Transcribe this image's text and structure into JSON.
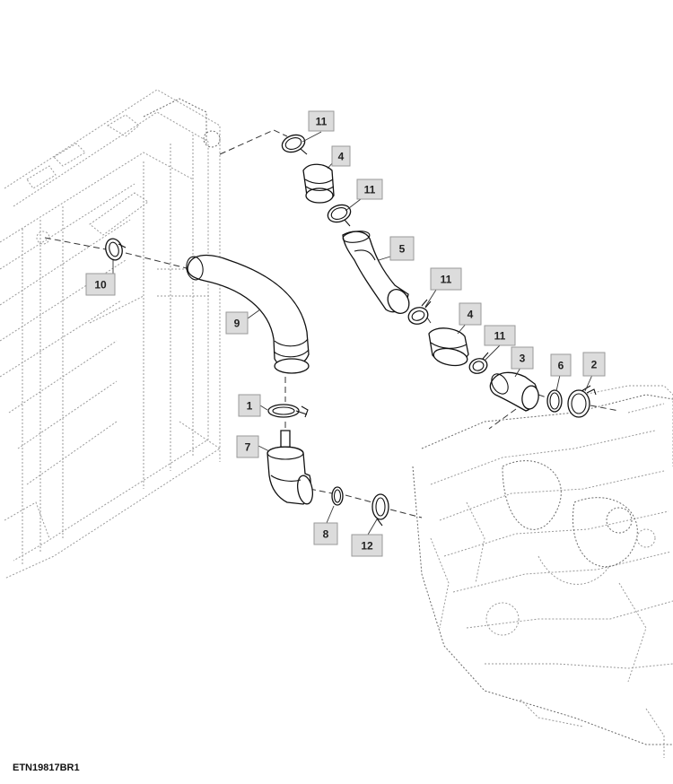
{
  "figure_id": "ETN19817BR1",
  "callouts": [
    {
      "label": "11"
    },
    {
      "label": "4"
    },
    {
      "label": "11"
    },
    {
      "label": "5"
    },
    {
      "label": "10"
    },
    {
      "label": "9"
    },
    {
      "label": "11"
    },
    {
      "label": "4"
    },
    {
      "label": "11"
    },
    {
      "label": "3"
    },
    {
      "label": "6"
    },
    {
      "label": "2"
    },
    {
      "label": "1"
    },
    {
      "label": "7"
    },
    {
      "label": "8"
    },
    {
      "label": "12"
    }
  ]
}
